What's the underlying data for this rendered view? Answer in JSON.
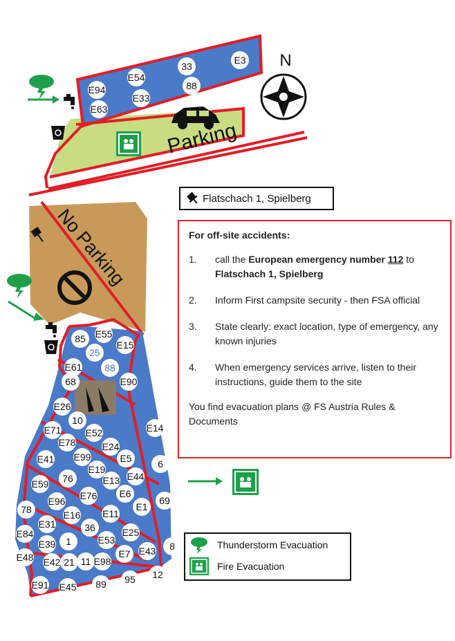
{
  "compass": {
    "label": "N"
  },
  "areas": {
    "parking": "Parking",
    "no_parking": "No Parking"
  },
  "address": "Flatschach 1, Spielberg",
  "info": {
    "title": "For off-site accidents:",
    "items": [
      {
        "num": "1.",
        "pre": "call the ",
        "bold1": "European emergency number ",
        "bold_underline": "112",
        "mid": " to ",
        "bold2": "Flatschach 1, Spielberg"
      },
      {
        "num": "2.",
        "text": "Inform First campsite security - then FSA official"
      },
      {
        "num": "3.",
        "text": "State clearly:  exact location, type of emergency, any known injuries"
      },
      {
        "num": "4.",
        "text": "When emergency services arrive, listen to their instructions, guide them to the site"
      }
    ],
    "footer": "You find evacuation plans @ FS Austria Rules & Documents"
  },
  "legend": {
    "thunderstorm": "Thunderstorm Evacuation",
    "fire": "Fire Evacuation"
  },
  "colors": {
    "zone_blue": "#4a7ac8",
    "parking_green": "#c8dc82",
    "no_parking_brown": "#c89a5a",
    "border_red": "#e01e26",
    "evac_green": "#1ea04a"
  },
  "markers": {
    "parking_top": [
      {
        "id": "E54",
        "blue": false
      },
      {
        "id": "33",
        "blue": false
      },
      {
        "id": "E3",
        "blue": false
      },
      {
        "id": "E94",
        "blue": false
      },
      {
        "id": "88",
        "blue": false
      },
      {
        "id": "E33",
        "blue": false
      },
      {
        "id": "E63",
        "blue": false
      }
    ],
    "camp": [
      {
        "id": "85",
        "blue": false
      },
      {
        "id": "E55",
        "blue": false
      },
      {
        "id": "E15",
        "blue": false
      },
      {
        "id": "25",
        "blue": true
      },
      {
        "id": "E61",
        "blue": false
      },
      {
        "id": "88",
        "blue": true
      },
      {
        "id": "68",
        "blue": false
      },
      {
        "id": "E90",
        "blue": false
      },
      {
        "id": "E26",
        "blue": false
      },
      {
        "id": "10",
        "blue": false
      },
      {
        "id": "E71",
        "blue": false
      },
      {
        "id": "E52",
        "blue": false
      },
      {
        "id": "E14",
        "blue": false
      },
      {
        "id": "E78",
        "blue": false
      },
      {
        "id": "E24",
        "blue": false
      },
      {
        "id": "E41",
        "blue": false
      },
      {
        "id": "E99",
        "blue": false
      },
      {
        "id": "E5",
        "blue": false
      },
      {
        "id": "6",
        "blue": false
      },
      {
        "id": "E19",
        "blue": false
      },
      {
        "id": "E59",
        "blue": false
      },
      {
        "id": "76",
        "blue": false
      },
      {
        "id": "E13",
        "blue": false
      },
      {
        "id": "E44",
        "blue": false
      },
      {
        "id": "E96",
        "blue": false
      },
      {
        "id": "E76",
        "blue": false
      },
      {
        "id": "E6",
        "blue": false
      },
      {
        "id": "69",
        "blue": false
      },
      {
        "id": "78",
        "blue": false
      },
      {
        "id": "E1",
        "blue": false
      },
      {
        "id": "E16",
        "blue": false
      },
      {
        "id": "E11",
        "blue": false
      },
      {
        "id": "E31",
        "blue": false
      },
      {
        "id": "36",
        "blue": false
      },
      {
        "id": "E84",
        "blue": false
      },
      {
        "id": "E25",
        "blue": false
      },
      {
        "id": "E39",
        "blue": false
      },
      {
        "id": "1",
        "blue": false
      },
      {
        "id": "E53",
        "blue": false
      },
      {
        "id": "8",
        "blue": false
      },
      {
        "id": "E48",
        "blue": false
      },
      {
        "id": "E7",
        "blue": false
      },
      {
        "id": "E43",
        "blue": false
      },
      {
        "id": "E42",
        "blue": false
      },
      {
        "id": "21",
        "blue": false
      },
      {
        "id": "11",
        "blue": false
      },
      {
        "id": "E98",
        "blue": false
      },
      {
        "id": "12",
        "blue": false
      },
      {
        "id": "95",
        "blue": false
      },
      {
        "id": "E91",
        "blue": false
      },
      {
        "id": "E45",
        "blue": false
      },
      {
        "id": "89",
        "blue": false
      }
    ]
  }
}
